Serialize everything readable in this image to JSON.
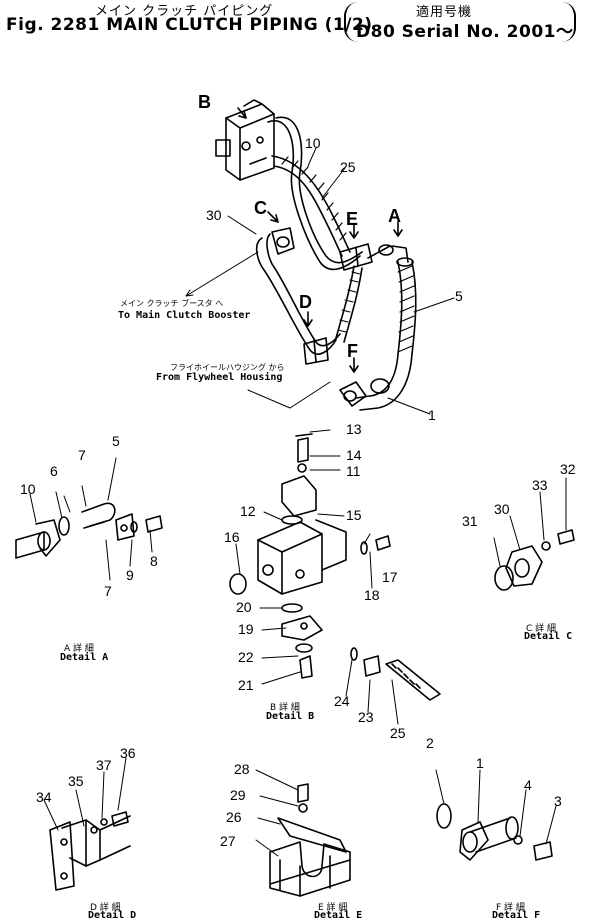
{
  "header": {
    "title_jp": "メイン クラッチ パイピング",
    "title_en": "Fig. 2281 MAIN CLUTCH PIPING (1/2)",
    "serial_jp": "適用号機",
    "serial_en": "D80 Serial No. 2001〜"
  },
  "callouts": {
    "booster_jp": "メイン クラッチ ブースタ へ",
    "booster_en": "To Main Clutch Booster",
    "flywheel_jp": "フライホイールハウジング から",
    "flywheel_en": "From Flywheel Housing"
  },
  "views": {
    "B": "B",
    "C": "C",
    "E": "E",
    "A": "A",
    "D": "D",
    "F": "F"
  },
  "part_numbers": {
    "p1": "1",
    "p2": "2",
    "p3": "3",
    "p4": "4",
    "p5": "5",
    "p6": "6",
    "p7": "7",
    "p8": "8",
    "p9": "9",
    "p10": "10",
    "p11": "11",
    "p12": "12",
    "p13": "13",
    "p14": "14",
    "p15": "15",
    "p16": "16",
    "p17": "17",
    "p18": "18",
    "p19": "19",
    "p20": "20",
    "p21": "21",
    "p22": "22",
    "p23": "23",
    "p24": "24",
    "p25": "25",
    "p26": "26",
    "p27": "27",
    "p28": "28",
    "p29": "29",
    "p30": "30",
    "p31": "31",
    "p32": "32",
    "p33": "33",
    "p34": "34",
    "p35": "35",
    "p36": "36",
    "p37": "37"
  },
  "details": {
    "A": {
      "jp": "A 詳 細",
      "en": "Detail A"
    },
    "B": {
      "jp": "B 詳 細",
      "en": "Detail B"
    },
    "C": {
      "jp": "C 詳 細",
      "en": "Detail C"
    },
    "D": {
      "jp": "D 詳 細",
      "en": "Detail D"
    },
    "E": {
      "jp": "E 詳 細",
      "en": "Detail E"
    },
    "F": {
      "jp": "F 詳 細",
      "en": "Detail F"
    }
  }
}
